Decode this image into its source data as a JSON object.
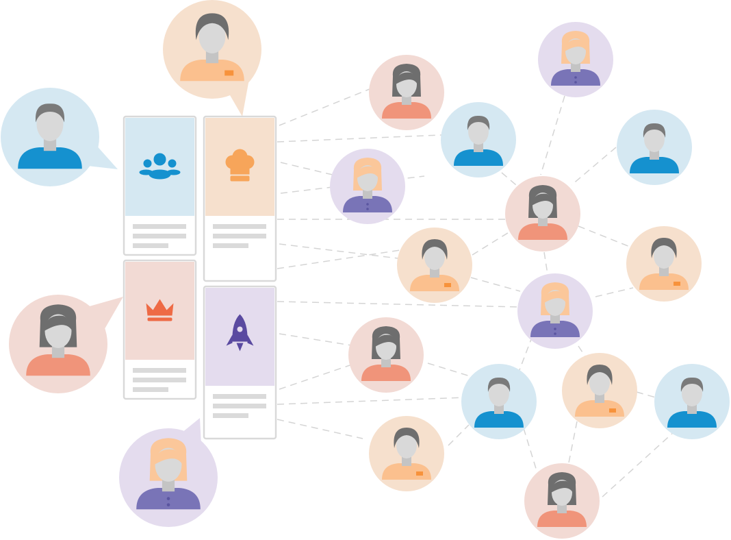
{
  "colors": {
    "line": "#d4d4d4",
    "card_border": "#d9d9d9",
    "text_bar": "#dadada",
    "face": "#d9d9d9",
    "hair_dark": "#6e6e6e",
    "hair_blonde": "#fbc79a",
    "themes": {
      "blue": {
        "bg": "#d5e8f2",
        "body": "#1591cf"
      },
      "peach": {
        "bg": "#f6e0cd",
        "body": "#fbc08e",
        "accent": "#f7923b"
      },
      "pink": {
        "bg": "#f2dad4",
        "body": "#f0947a"
      },
      "purple": {
        "bg": "#e4dcee",
        "body": "#7974b7"
      }
    }
  },
  "speakers": [
    {
      "theme": "blue",
      "avatar": "male"
    },
    {
      "theme": "peach",
      "avatar": "female-short"
    },
    {
      "theme": "pink",
      "avatar": "female-long"
    },
    {
      "theme": "purple",
      "avatar": "female-blonde"
    }
  ],
  "cards": [
    {
      "theme": "blue",
      "icon": "group-icon",
      "icon_color": "#1591cf"
    },
    {
      "theme": "peach",
      "icon": "chef-hat-icon",
      "icon_color": "#f7a55a"
    },
    {
      "theme": "pink",
      "icon": "crown-icon",
      "icon_color": "#ee6a45"
    },
    {
      "theme": "purple",
      "icon": "rocket-icon",
      "icon_color": "#5a4aa0"
    }
  ],
  "network_nodes": [
    {
      "theme": "pink",
      "avatar": "female-long"
    },
    {
      "theme": "blue",
      "avatar": "male"
    },
    {
      "theme": "purple",
      "avatar": "female-blonde"
    },
    {
      "theme": "purple",
      "avatar": "female-blonde"
    },
    {
      "theme": "blue",
      "avatar": "male"
    },
    {
      "theme": "pink",
      "avatar": "female-long"
    },
    {
      "theme": "peach",
      "avatar": "female-short"
    },
    {
      "theme": "peach",
      "avatar": "female-short"
    },
    {
      "theme": "purple",
      "avatar": "female-blonde"
    },
    {
      "theme": "pink",
      "avatar": "female-long"
    },
    {
      "theme": "blue",
      "avatar": "male"
    },
    {
      "theme": "peach",
      "avatar": "female-short"
    },
    {
      "theme": "blue",
      "avatar": "male"
    },
    {
      "theme": "peach",
      "avatar": "female-short"
    },
    {
      "theme": "pink",
      "avatar": "female-long"
    }
  ]
}
